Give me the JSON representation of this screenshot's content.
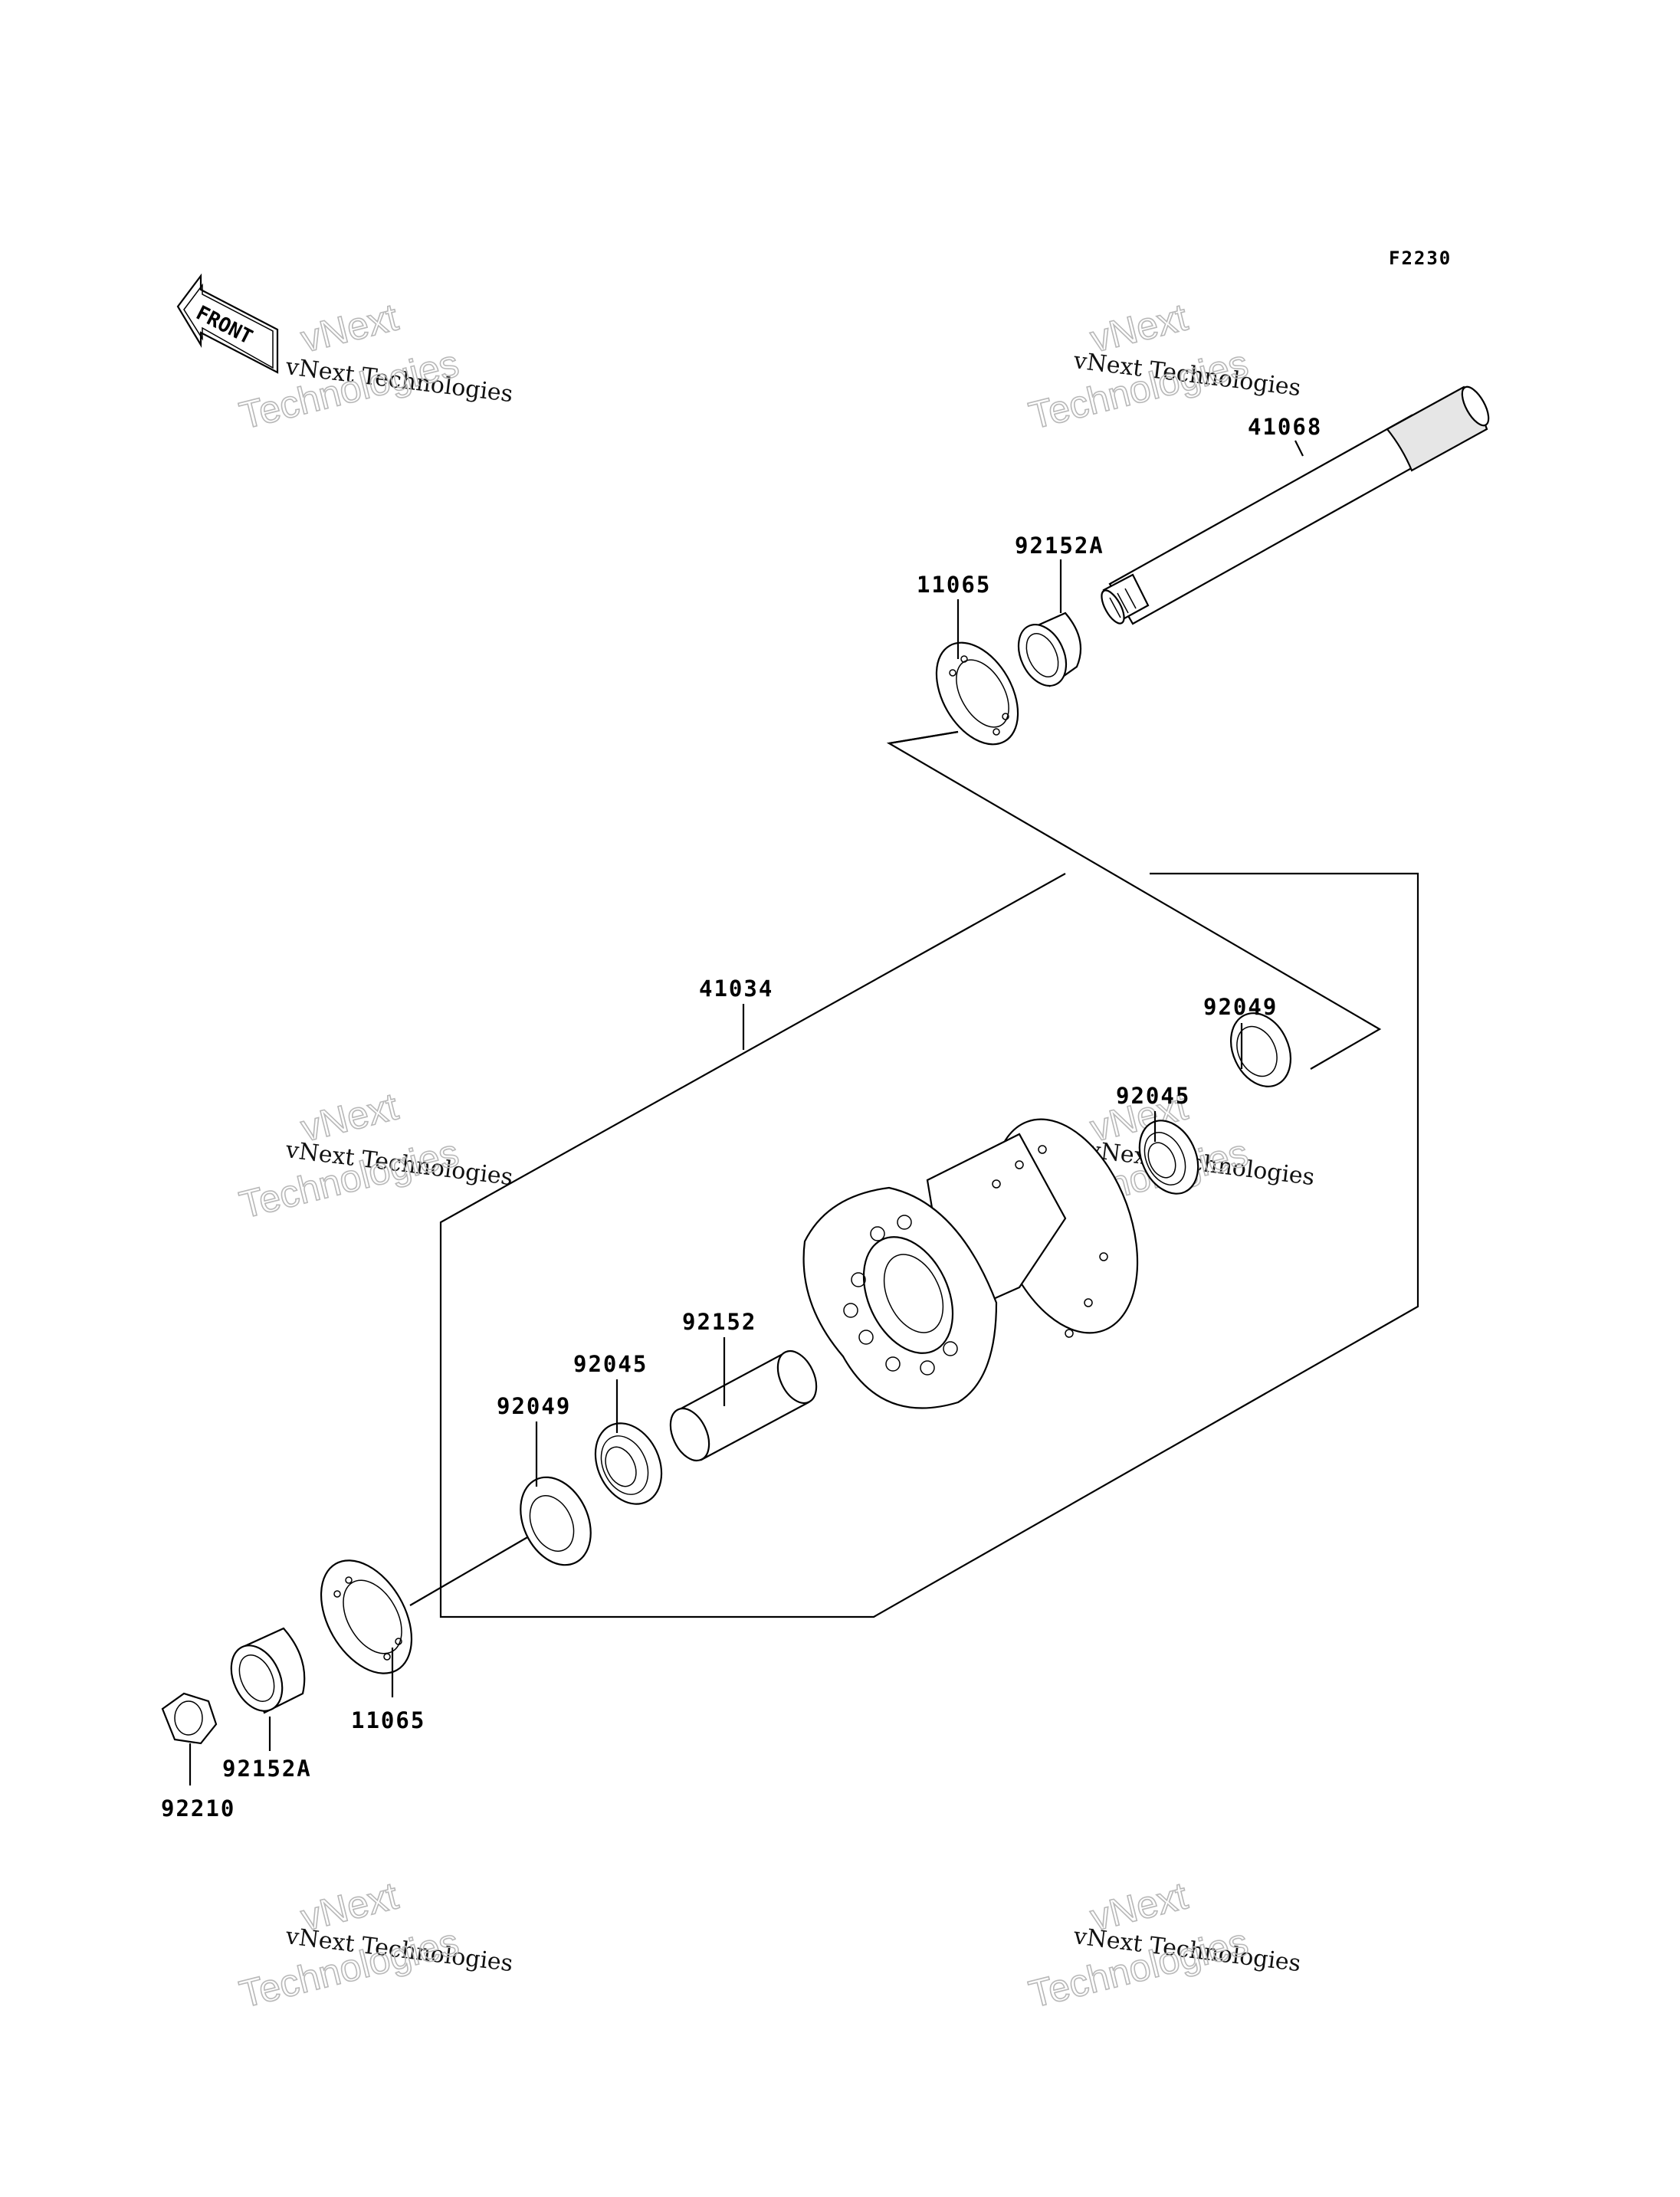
{
  "figure_id": "F2230",
  "front_marker": "FRONT",
  "watermark": {
    "line1": "vNext",
    "line2": "vNext Technologies",
    "line3": "Technologies"
  },
  "parts": {
    "axle": "41068",
    "collar_top": "92152A",
    "seal_top": "11065",
    "hub_assembly": "41034",
    "oil_seal_right": "92049",
    "bearing_right": "92045",
    "spacer": "92152",
    "bearing_left": "92045",
    "oil_seal_left": "92049",
    "seal_bottom": "11065",
    "collar_bottom": "92152A",
    "nut": "92210"
  }
}
